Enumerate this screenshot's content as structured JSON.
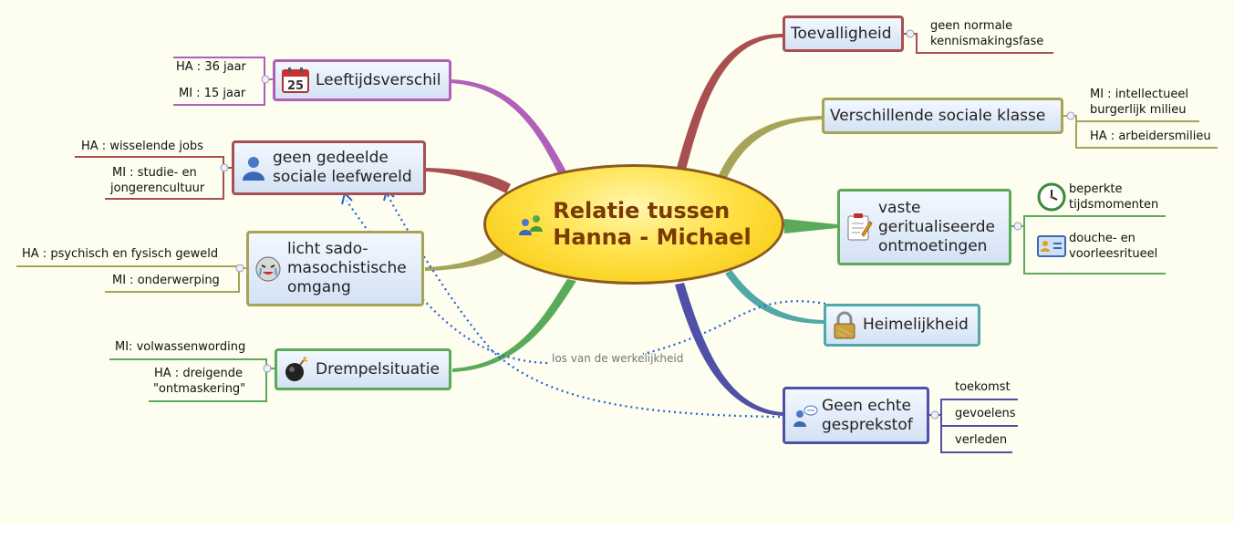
{
  "central": {
    "line1": "Relatie tussen",
    "line2": "Hanna - Michael"
  },
  "branches": {
    "leeftijd": {
      "label": "Leeftijdsverschil",
      "calendar_day": "25",
      "children": [
        "HA : 36 jaar",
        "MI : 15 jaar"
      ],
      "color": "#b060b8"
    },
    "leefwereld": {
      "line1": "geen gedeelde",
      "line2": "sociale leefwereld",
      "children": [
        "HA : wisselende jobs",
        "MI : studie- en",
        "jongerencultuur"
      ],
      "color": "#a85050"
    },
    "sado": {
      "line1": "licht sado-",
      "line2": "masochistische",
      "line3": "omgang",
      "children": [
        "HA : psychisch en fysisch geweld",
        "MI : onderwerping"
      ],
      "color": "#a6a458"
    },
    "drempel": {
      "label": "Drempelsituatie",
      "children": [
        "MI: volwassenwording",
        "HA : dreigende",
        "\"ontmaskering\""
      ],
      "color": "#5aaa5a"
    },
    "toeval": {
      "label": "Toevalligheid",
      "children": [
        "geen normale",
        "kennismakingsfase"
      ],
      "color": "#a85050"
    },
    "klasse": {
      "label": "Verschillende sociale klasse",
      "children": [
        "MI : intellectueel",
        "burgerlijk milieu",
        "HA : arbeidersmilieu"
      ],
      "color": "#a6a458"
    },
    "vaste": {
      "line1": "vaste",
      "line2": "geritualiseerde",
      "line3": "ontmoetingen",
      "children": [
        "beperkte",
        "tijdsmomenten",
        "douche- en",
        "voorleesritueel"
      ],
      "color": "#5aaa5a"
    },
    "heimelijk": {
      "label": "Heimelijkheid",
      "color": "#50a8a8"
    },
    "gesprek": {
      "line1": "Geen echte",
      "line2": "gesprekstof",
      "children": [
        "toekomst",
        "gevoelens",
        "verleden"
      ],
      "color": "#5050a8"
    }
  },
  "relationship_label": "los van de werkelijkheid",
  "icons": {
    "central": "group-users-icon",
    "leeftijd": "calendar-icon",
    "leefwereld": "user-icon",
    "sado": "crying-face-icon",
    "drempel": "bomb-icon",
    "vaste": "notepad-icon",
    "heimelijk": "padlock-icon",
    "gesprek": "users-chat-icon",
    "tijd": "clock-icon",
    "ritueel": "id-card-icon"
  }
}
